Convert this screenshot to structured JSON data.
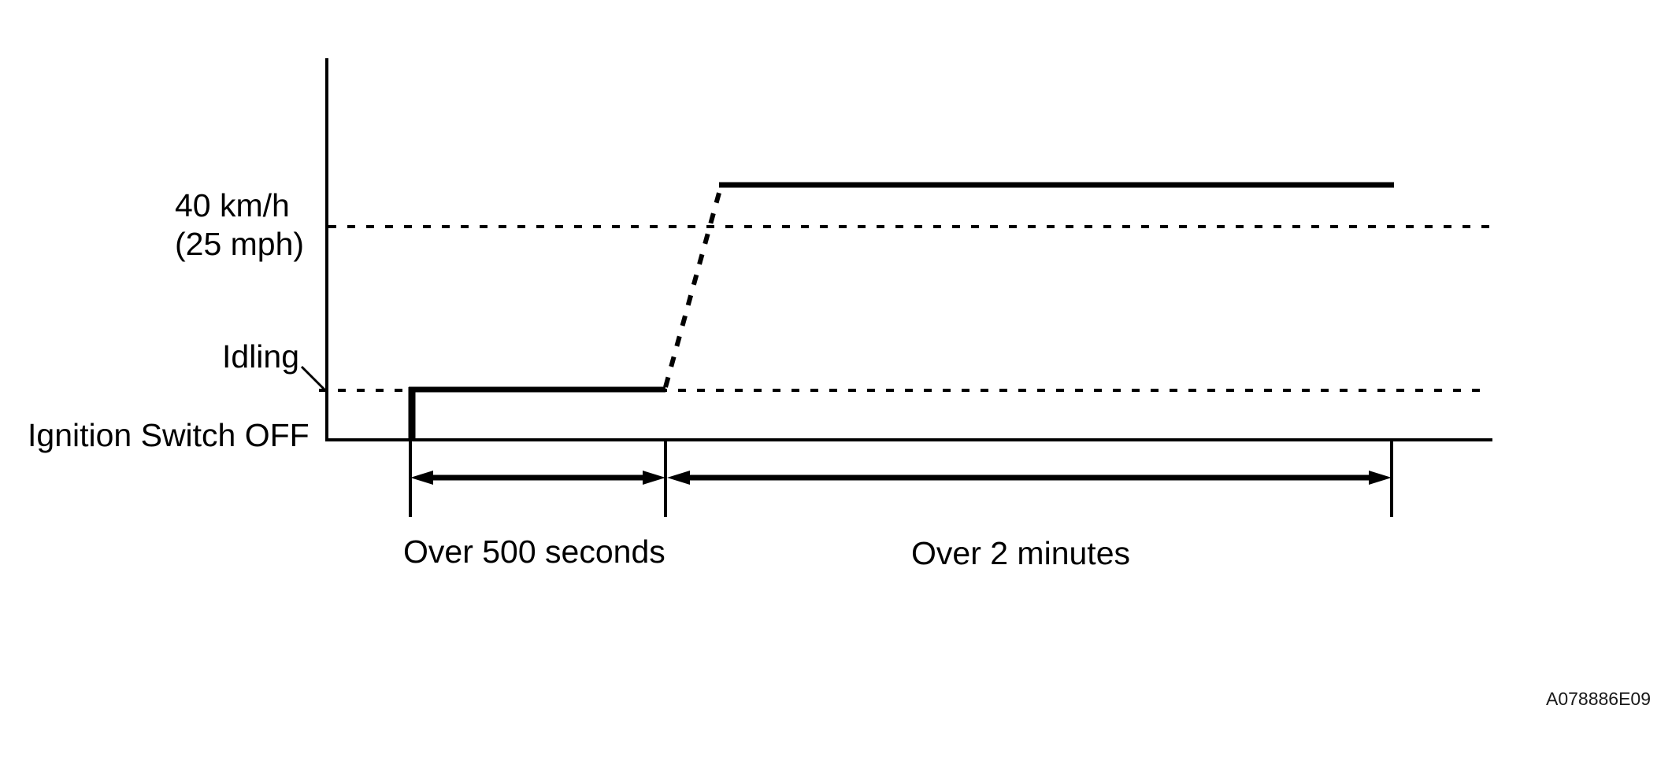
{
  "figure": {
    "background": "#ffffff",
    "line_color": "#000000",
    "labels": {
      "speed_line1": "40 km/h",
      "speed_line2": "(25 mph)",
      "idling": "Idling",
      "ignition": "Ignition Switch OFF",
      "duration_first": "Over 500 seconds",
      "duration_second": "Over 2 minutes"
    },
    "figure_code": "A078886E09"
  }
}
